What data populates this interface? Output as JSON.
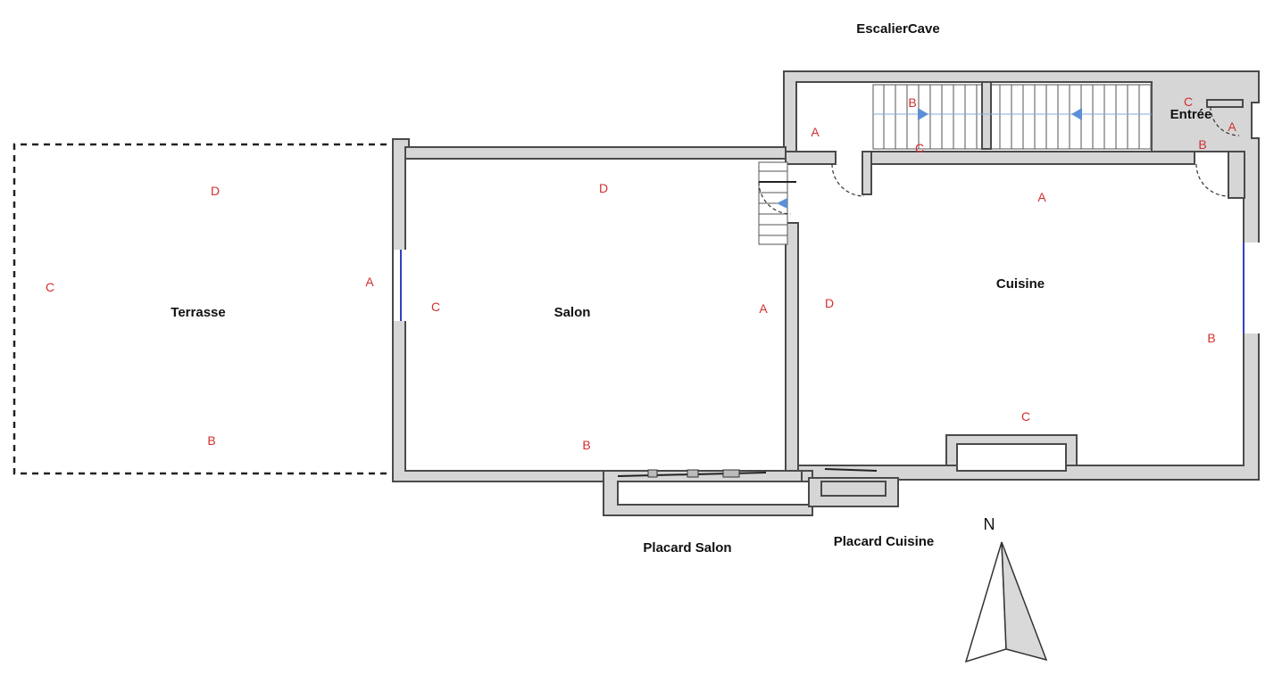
{
  "rooms": {
    "terrasse": "Terrasse",
    "salon": "Salon",
    "cuisine": "Cuisine",
    "entree": "Entrée",
    "escalier_cave": "EscalierCave",
    "placard_salon": "Placard Salon",
    "placard_cuisine": "Placard Cuisine"
  },
  "compass": {
    "label": "N"
  },
  "wall_letters": {
    "terrasse": {
      "top": "D",
      "left": "C",
      "right": "A",
      "bottom": "B"
    },
    "salon": {
      "top": "D",
      "left": "C",
      "right": "A",
      "bottom": "B"
    },
    "cuisine": {
      "top": "A",
      "left": "D",
      "right": "B",
      "bottom": "C"
    },
    "escalier": {
      "left": "A",
      "top": "B",
      "bottom": "C"
    },
    "entree": {
      "top": "C",
      "right": "A",
      "bottom": "B"
    }
  },
  "colors": {
    "wall_fill": "#d6d6d6",
    "wall_stroke": "#4a4a4a",
    "wall_letter": "#d32f2f",
    "stair_arrow": "#5b8fd6",
    "window": "#3340c0"
  }
}
